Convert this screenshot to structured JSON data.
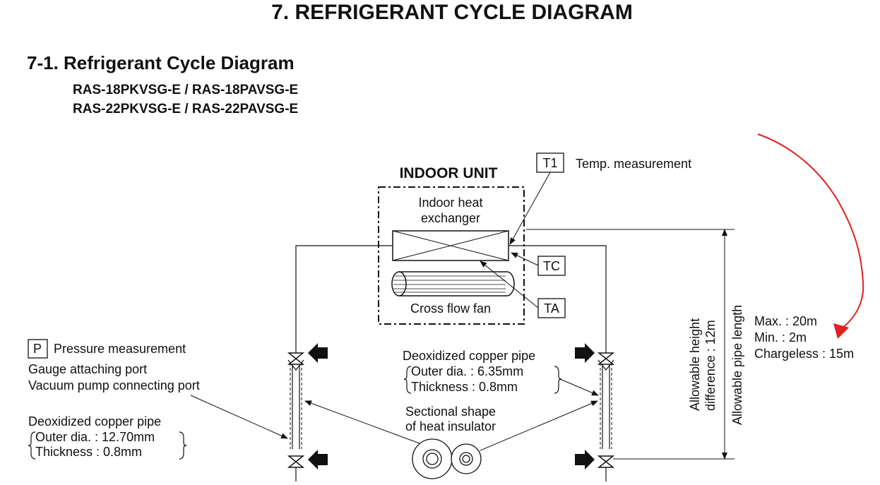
{
  "header": {
    "main_title": "7.  REFRIGERANT CYCLE DIAGRAM",
    "section_title": "7-1.  Refrigerant Cycle Diagram",
    "models_line1": "RAS-18PKVSG-E / RAS-18PAVSG-E",
    "models_line2": "RAS-22PKVSG-E / RAS-22PAVSG-E"
  },
  "indoor_unit": {
    "title": "INDOOR UNIT",
    "heat_exchanger_line1": "Indoor heat",
    "heat_exchanger_line2": "exchanger",
    "fan_label": "Cross flow fan"
  },
  "sensors": {
    "t1_box": "T1",
    "t1_desc": "Temp. measurement",
    "tc_box": "TC",
    "ta_box": "TA",
    "p_box": "P",
    "p_desc": "Pressure measurement"
  },
  "left_notes": {
    "gauge_port": "Gauge attaching port",
    "vacuum_port": "Vacuum pump connecting port",
    "pipe_title": "Deoxidized copper pipe",
    "outer_dia": "Outer dia. : 12.70mm",
    "thickness": "Thickness : 0.8mm"
  },
  "right_pipe_notes": {
    "pipe_title": "Deoxidized copper pipe",
    "outer_dia": "Outer dia.  : 6.35mm",
    "thickness": "Thickness  : 0.8mm"
  },
  "insulator_note": {
    "line1": "Sectional shape",
    "line2": "of heat insulator"
  },
  "dimensions": {
    "height_line1": "Allowable  height",
    "height_line2": "difference : 12m",
    "pipe_length": "Allowable pipe length"
  },
  "pipe_length_specs": {
    "max": "Max.    : 20m",
    "min": "Min.     :  2m",
    "chargeless": "Chargeless : 15m"
  },
  "colors": {
    "annotation": "#e02020",
    "line": "#111111"
  }
}
